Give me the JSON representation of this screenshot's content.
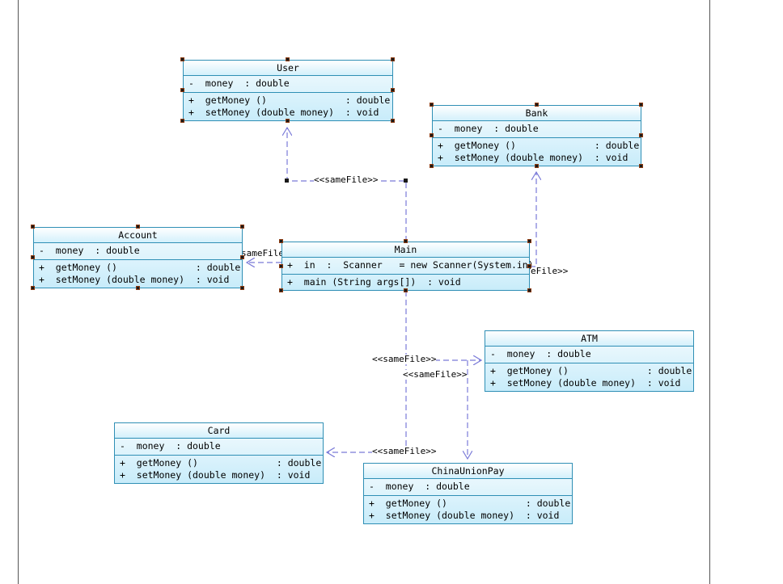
{
  "diagram": {
    "stereotype": "<<sameFile>>",
    "partial_labels": {
      "account_link": "sameFile",
      "bank_link": "eFile>>"
    },
    "colors": {
      "class_border": "#2f8fb5",
      "class_fill_top": "#f4fbfe",
      "class_fill_bottom": "#c8ecfa",
      "link": "#7a7ad8"
    },
    "classes": {
      "user": {
        "name": "User",
        "attributes": [
          "-  money  : double"
        ],
        "operations": [
          "+  getMoney ()              : double",
          "+  setMoney (double money)  : void"
        ]
      },
      "bank": {
        "name": "Bank",
        "attributes": [
          "-  money  : double"
        ],
        "operations": [
          "+  getMoney ()              : double",
          "+  setMoney (double money)  : void"
        ]
      },
      "account": {
        "name": "Account",
        "attributes": [
          "-  money  : double"
        ],
        "operations": [
          "+  getMoney ()              : double",
          "+  setMoney (double money)  : void"
        ]
      },
      "main": {
        "name": "Main",
        "attributes": [
          "+  in  :  Scanner   = new Scanner(System.in)"
        ],
        "operations": [
          "+  main (String args[])  : void"
        ]
      },
      "atm": {
        "name": "ATM",
        "attributes": [
          "-  money  : double"
        ],
        "operations": [
          "+  getMoney ()              : double",
          "+  setMoney (double money)  : void"
        ]
      },
      "card": {
        "name": "Card",
        "attributes": [
          "-  money  : double"
        ],
        "operations": [
          "+  getMoney ()              : double",
          "+  setMoney (double money)  : void"
        ]
      },
      "china_union_pay": {
        "name": "ChinaUnionPay",
        "attributes": [
          "-  money  : double"
        ],
        "operations": [
          "+  getMoney ()              : double",
          "+  setMoney (double money)  : void"
        ]
      }
    }
  }
}
